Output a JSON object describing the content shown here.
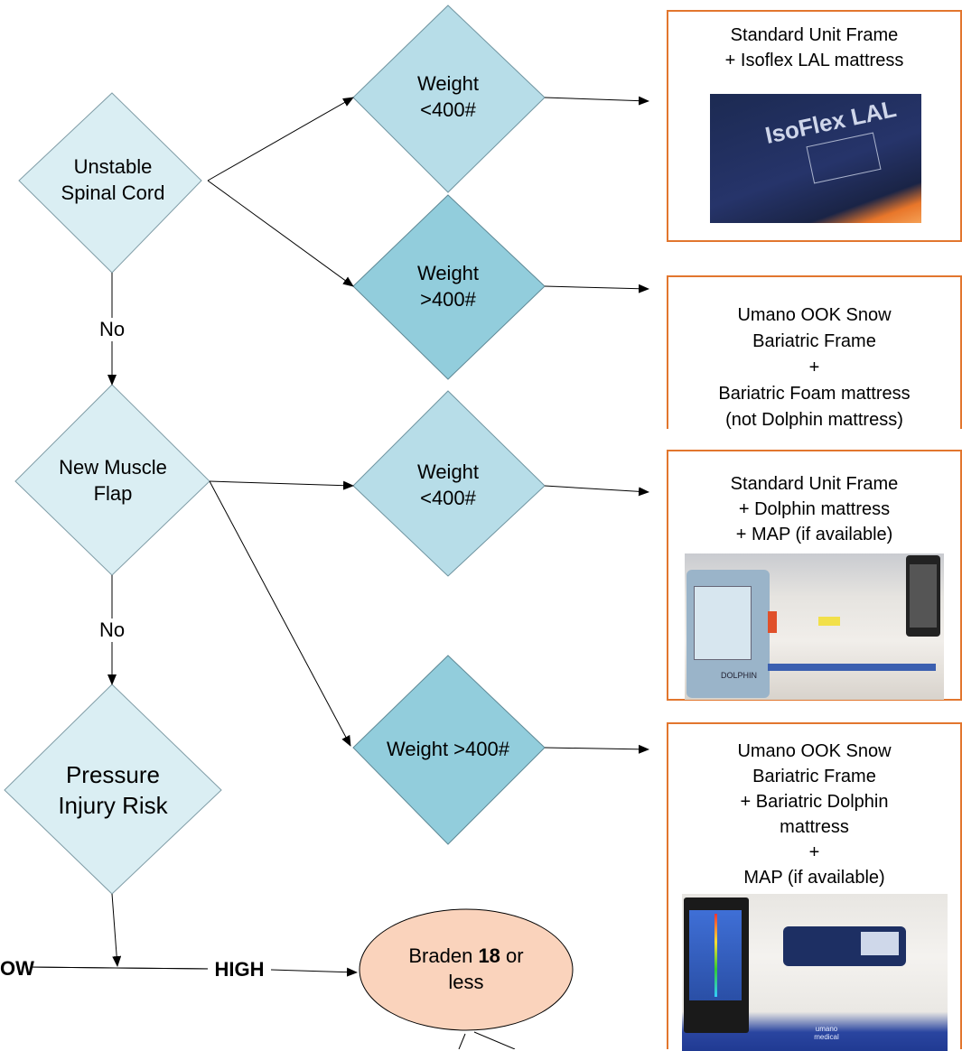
{
  "colors": {
    "diamond_light": "#DAEEF3",
    "diamond_mid": "#B7DDE8",
    "diamond_dark": "#92CDDC",
    "box_border": "#E2762E",
    "ellipse_fill": "#FAD3BC"
  },
  "decisions": {
    "spinal": "Unstable\nSpinal Cord",
    "muscle": "New Muscle\nFlap",
    "pressure": "Pressure\nInjury Risk"
  },
  "weights": {
    "w1": "Weight\n<400#",
    "w2": "Weight\n>400#",
    "w3": "Weight\n<400#",
    "w4": "Weight >400#"
  },
  "labels": {
    "no1": "No",
    "no2": "No",
    "low": "OW",
    "high": "HIGH"
  },
  "braden": {
    "prefix": "Braden ",
    "number": "18",
    "suffix": " or\nless"
  },
  "boxes": {
    "box1": "Standard Unit Frame\n+ Isoflex LAL mattress",
    "box2": "Umano OOK Snow\nBariatric Frame\n+\nBariatric Foam mattress\n(not Dolphin mattress)",
    "box3": "Standard Unit Frame\n+ Dolphin mattress\n+ MAP (if available)",
    "box4": "Umano OOK Snow\nBariatric Frame\n+ Bariatric Dolphin\nmattress\n+\nMAP (if available)"
  },
  "photos": {
    "isoflex_text": "IsoFlex LAL",
    "dolphin_text": "DOLPHIN",
    "umano_text": "umano\nmedical"
  }
}
